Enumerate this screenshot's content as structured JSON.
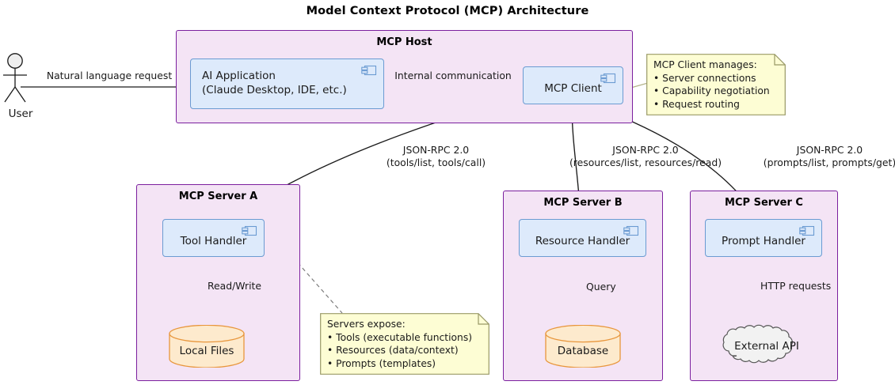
{
  "title": "Model Context Protocol (MCP) Architecture",
  "actor": {
    "name": "User",
    "icon": "actor-stick-figure-icon"
  },
  "host": {
    "title": "MCP Host",
    "components": [
      {
        "id": "ai-application",
        "label": "AI Application\n(Claude Desktop, IDE, etc.)",
        "icon": "uml-component-icon"
      },
      {
        "id": "mcp-client",
        "label": "MCP Client",
        "icon": "uml-component-icon"
      }
    ]
  },
  "servers": [
    {
      "id": "mcp-server-a",
      "title": "MCP Server A",
      "handler": {
        "label": "Tool Handler",
        "icon": "uml-component-icon"
      },
      "store": {
        "type": "database",
        "label": "Local Files"
      },
      "store_edge_label": "Read/Write"
    },
    {
      "id": "mcp-server-b",
      "title": "MCP Server B",
      "handler": {
        "label": "Resource Handler",
        "icon": "uml-component-icon"
      },
      "store": {
        "type": "database",
        "label": "Database"
      },
      "store_edge_label": "Query"
    },
    {
      "id": "mcp-server-c",
      "title": "MCP Server C",
      "handler": {
        "label": "Prompt Handler",
        "icon": "uml-component-icon"
      },
      "store": {
        "type": "cloud",
        "label": "External API"
      },
      "store_edge_label": "HTTP requests"
    }
  ],
  "edges": {
    "user_to_app": "Natural language request",
    "app_to_client": "Internal communication",
    "client_to_server_a": "JSON-RPC 2.0\n(tools/list, tools/call)",
    "client_to_server_b": "JSON-RPC 2.0\n(resources/list, resources/read)",
    "client_to_server_c": "JSON-RPC 2.0\n(prompts/list, prompts/get)"
  },
  "notes": [
    {
      "id": "note-mcp-client",
      "text": "MCP Client manages:\n• Server connections\n• Capability negotiation\n• Request routing"
    },
    {
      "id": "note-servers-expose",
      "text": "Servers expose:\n• Tools (executable functions)\n• Resources (data/context)\n• Prompts (templates)"
    }
  ],
  "colors": {
    "package_fill": "#f4e4f5",
    "package_border": "#7b1f9e",
    "component_fill": "#ddeafb",
    "component_border": "#6b9bd2",
    "database_fill": "#fdeacd",
    "database_border": "#e8963c",
    "cloud_fill": "#f2f2f2",
    "cloud_border": "#555555",
    "note_fill": "#fdfdd4",
    "note_border": "#999966",
    "arrow": "#1a1a1a",
    "background": "#ffffff"
  }
}
